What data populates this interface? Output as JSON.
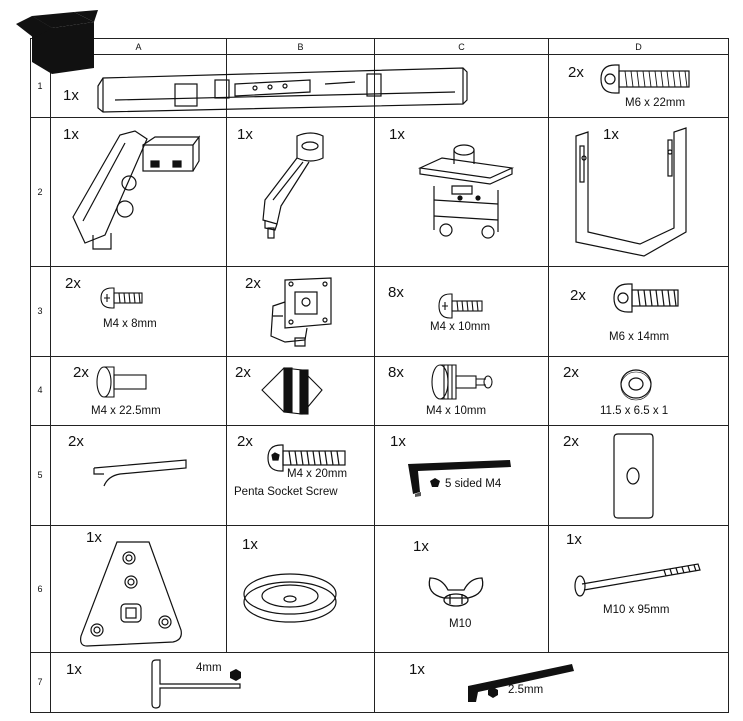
{
  "columns": [
    "A",
    "B",
    "C",
    "D"
  ],
  "rows": [
    "1",
    "2",
    "3",
    "4",
    "5",
    "6",
    "7"
  ],
  "cells": {
    "r1a": {
      "qty": "1x"
    },
    "r1d": {
      "qty": "2x",
      "label": "M6 x 22mm"
    },
    "r2a": {
      "qty": "1x"
    },
    "r2b": {
      "qty": "1x"
    },
    "r2c": {
      "qty": "1x"
    },
    "r2d": {
      "qty": "1x"
    },
    "r3a": {
      "qty": "2x",
      "label": "M4 x 8mm"
    },
    "r3b": {
      "qty": "2x"
    },
    "r3c": {
      "qty": "8x",
      "label": "M4 x 10mm"
    },
    "r3d": {
      "qty": "2x",
      "label": "M6 x 14mm"
    },
    "r4a": {
      "qty": "2x",
      "label": "M4 x 22.5mm"
    },
    "r4b": {
      "qty": "2x"
    },
    "r4c": {
      "qty": "8x",
      "label": "M4 x 10mm"
    },
    "r4d": {
      "qty": "2x",
      "label": "11.5 x 6.5 x 1"
    },
    "r5a": {
      "qty": "2x"
    },
    "r5b": {
      "qty": "2x",
      "label": "M4 x 20mm",
      "label2": "Penta Socket Screw"
    },
    "r5c": {
      "qty": "1x",
      "label": "5 sided M4"
    },
    "r5d": {
      "qty": "2x"
    },
    "r6a": {
      "qty": "1x"
    },
    "r6b": {
      "qty": "1x"
    },
    "r6c": {
      "qty": "1x",
      "label": "M10"
    },
    "r6d": {
      "qty": "1x",
      "label": "M10 x 95mm"
    },
    "r7a": {
      "qty": "1x",
      "label": "4mm"
    },
    "r7c": {
      "qty": "1x",
      "label": "2.5mm"
    }
  }
}
